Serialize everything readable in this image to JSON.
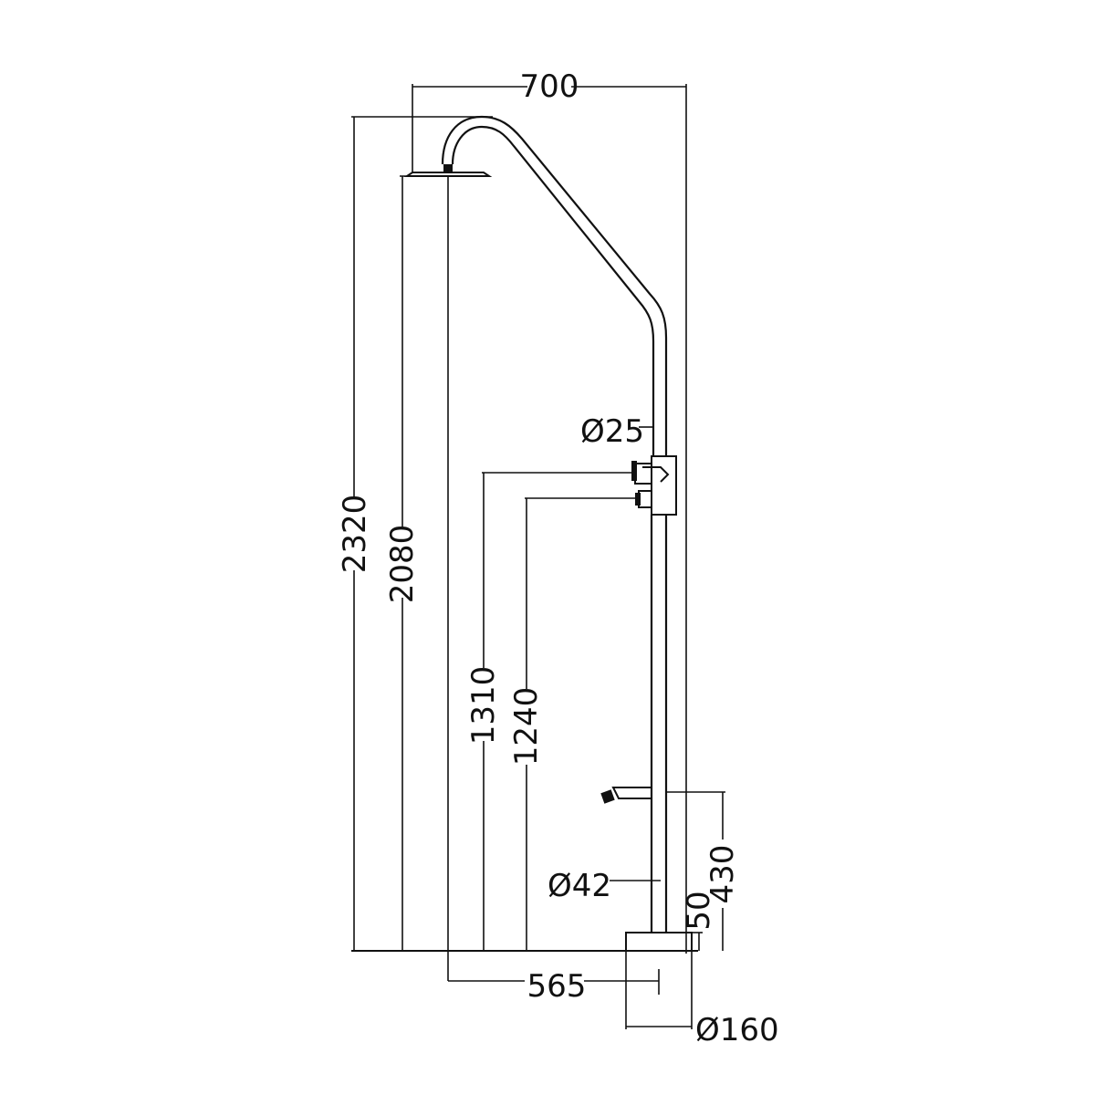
{
  "dimensions": {
    "overall_width": "700",
    "overall_height": "2320",
    "showerhead_height": "2080",
    "upper_outlet_height": "1310",
    "lower_outlet_height": "1240",
    "upper_pipe_diameter": "Ø25",
    "lower_pipe_diameter": "Ø42",
    "foot_tap_height": "430",
    "base_height": "50",
    "head_projection": "565",
    "base_diameter": "Ø160"
  },
  "colors": {
    "line": "#111111",
    "background": "#ffffff"
  }
}
